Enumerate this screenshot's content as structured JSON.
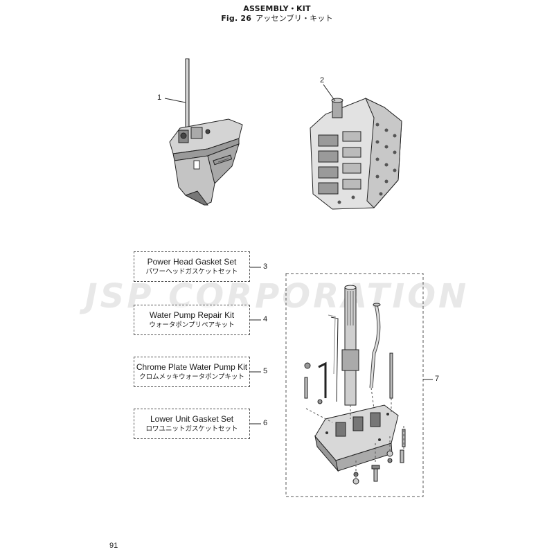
{
  "header": {
    "title": "ASSEMBLY・KIT",
    "fig_number": "Fig. 26",
    "fig_title_jp": "アッセンブリ・キット"
  },
  "watermark": "JSP CORPORATION",
  "callouts": [
    "1",
    "2",
    "3",
    "4",
    "5",
    "6",
    "7"
  ],
  "kits": [
    {
      "ref": "3",
      "name_en": "Power Head Gasket Set",
      "name_jp": "パワーヘッドガスケットセット"
    },
    {
      "ref": "4",
      "name_en": "Water Pump Repair Kit",
      "name_jp": "ウォータポンプリペアキット"
    },
    {
      "ref": "5",
      "name_en": "Chrome Plate Water Pump Kit",
      "name_jp": "クロムメッキウォータポンプキット"
    },
    {
      "ref": "6",
      "name_en": "Lower Unit Gasket Set",
      "name_jp": "ロワユニットガスケットセット"
    }
  ],
  "page_number": "91"
}
